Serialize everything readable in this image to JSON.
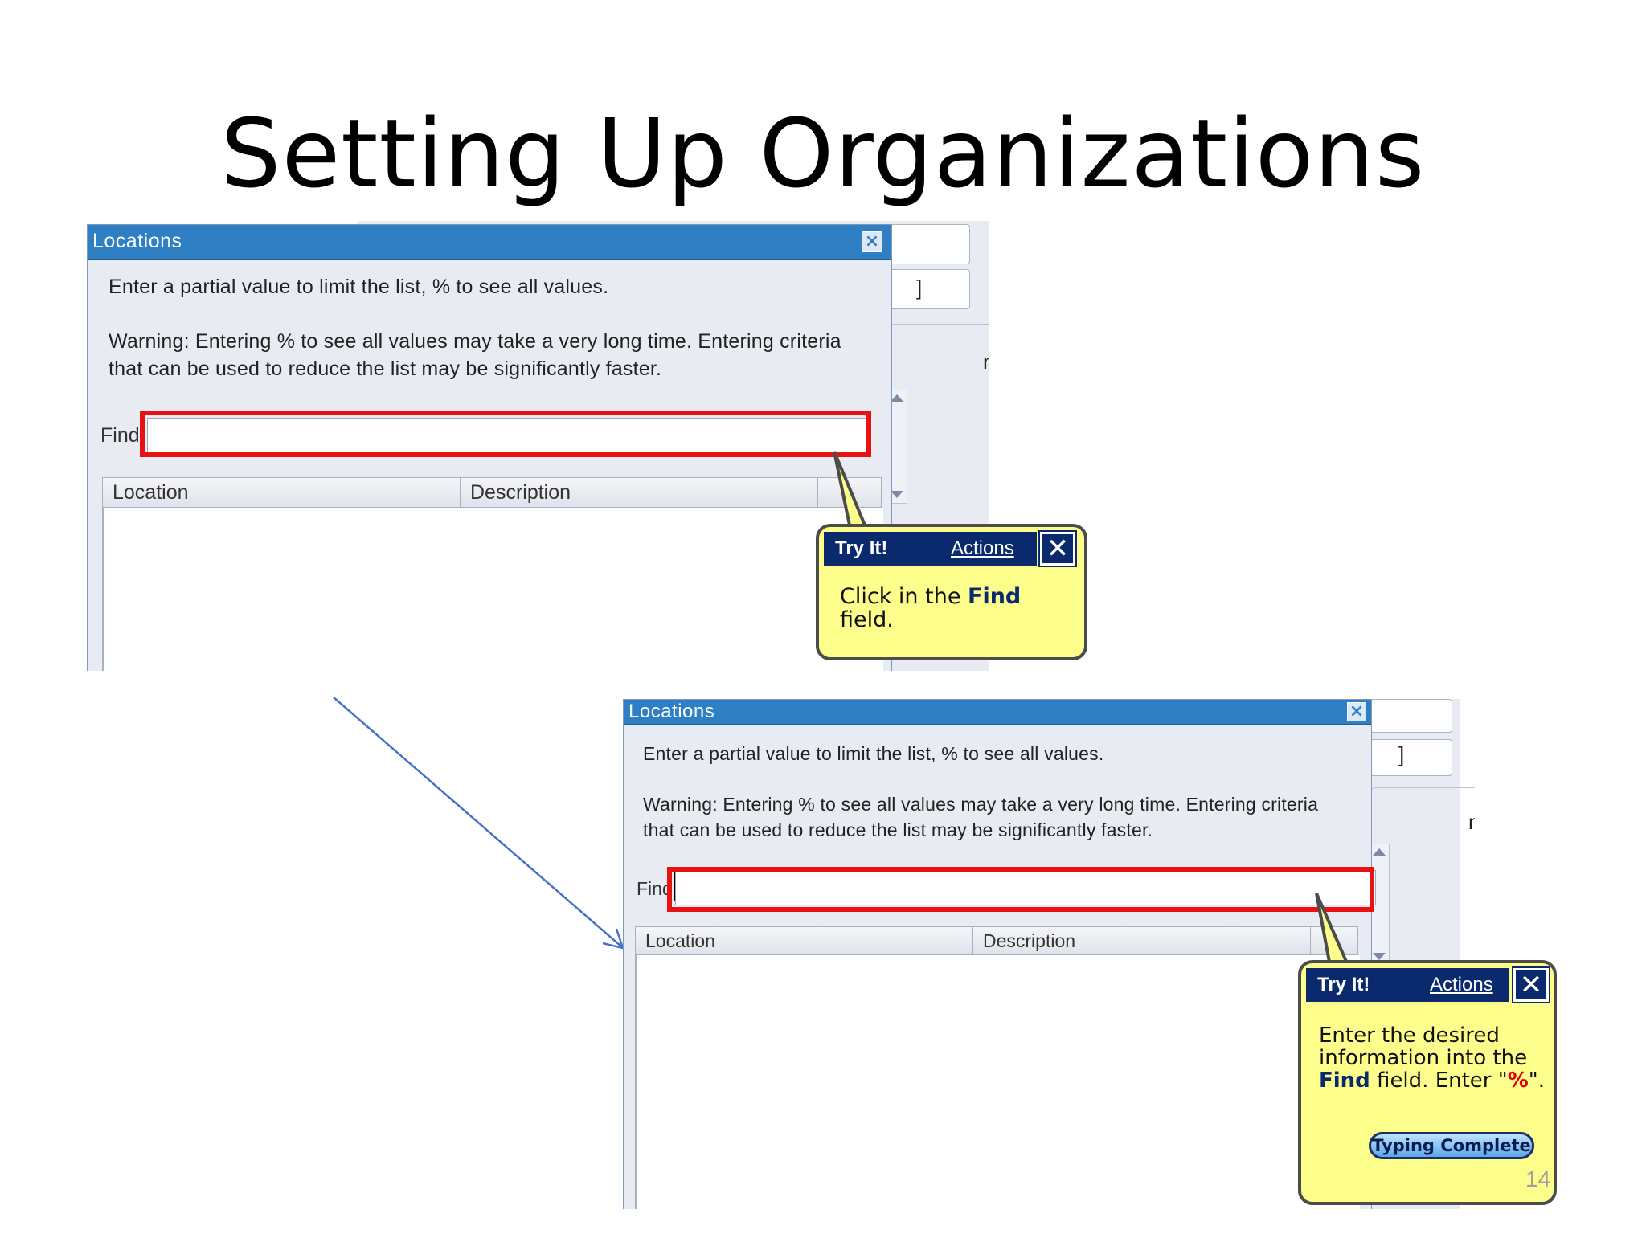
{
  "slide": {
    "title": "Setting Up Organizations",
    "page_number": "14"
  },
  "step1": {
    "dialog_title": "Locations",
    "instruction": "Enter a partial value to limit the list, % to see all values.",
    "warning_line1": "Warning: Entering % to see all values may take a very long time. Entering criteria",
    "warning_line2": "that can be used to reduce the list may be significantly faster.",
    "find_label": "Find",
    "find_value": "",
    "col_location": "Location",
    "col_description": "Description",
    "bg_bracket": "]",
    "bg_letter": "n",
    "callout": {
      "tryit": "Try It!",
      "actions": "Actions",
      "close_glyph": "✕",
      "body_pre": "Click in the ",
      "body_kw": "Find",
      "body_post": "field."
    }
  },
  "step2": {
    "dialog_title": "Locations",
    "instruction": "Enter a partial value to limit the list, % to see all values.",
    "warning_line1": "Warning: Entering % to see all values may take a very long time. Entering criteria",
    "warning_line2": "that can be used to reduce the list may be significantly faster.",
    "find_label": "Find",
    "find_value": "",
    "col_location": "Location",
    "col_description": "Description",
    "bg_bracket": "]",
    "bg_letter": "n",
    "callout": {
      "tryit": "Try It!",
      "actions": "Actions",
      "close_glyph": "✕",
      "body_line1": "Enter the desired",
      "body_line2": "information into the",
      "body_kw": "Find",
      "body_mid": " field. Enter \"",
      "body_value": "%",
      "body_end": "\".",
      "button": "Typing Complete"
    }
  },
  "colors": {
    "titlebar": "#2f7fc4",
    "highlight": "#e81212",
    "callout_bg": "#fdfd8c",
    "callout_header": "#0b2a6e",
    "arrow": "#4472c4"
  }
}
